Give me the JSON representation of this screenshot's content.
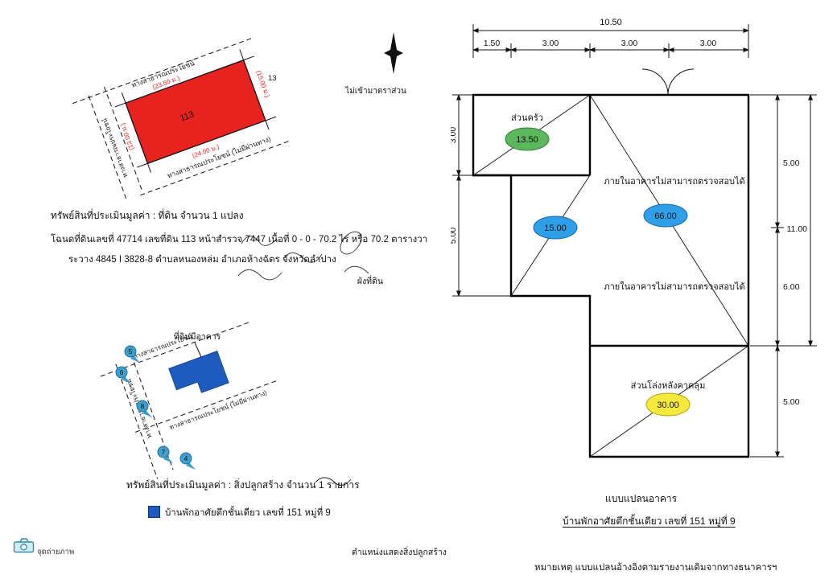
{
  "meta": {
    "scale_note": "ไม่เข้ามาตราส่วน",
    "compass_n": "N"
  },
  "land_plot": {
    "caption": "ผังที่ดิน",
    "parcel_no": "113",
    "neighbor_no": "13",
    "road_top": "ทางสาธารณประโยชน์",
    "road_left": "ทางสาธารณประโยชน์",
    "road_bottom": "ทางสาธารณประโยชน์ (ไม่มีผ่านทาง)",
    "dim_top": "(23.50 ม.)",
    "dim_right": "(15.00 ม.)",
    "dim_bottom": "(24.00 ม.)",
    "dim_left": "(13.00 ม.)",
    "summary": "ทรัพย์สินที่ประเมินมูลค่า : ที่ดิน จำนวน 1 แปลง",
    "deed_line1": "โฉนดที่ดินเลขที่ 47714  เลขที่ดิน 113  หน้าสำรวจ 7447  เนื้อที่ 0 - 0 - 70.2  ไร่ หรือ 70.2  ตารางวา",
    "deed_line2": "ระวาง  4845 I 3828-8  ตำบลหนองหล่ม  อำเภอห้างฉัตร  จังหวัดลำปาง"
  },
  "building_map": {
    "caption": "ตำแหน่งแสดงสิ่งปลูกสร้าง",
    "note_building": "ที่ดินมีอาคาร",
    "road_top": "ทางสาธารณประโยชน์",
    "road_left": "ทางสาธารณประโยชน์",
    "road_bottom": "ทางสาธารณประโยชน์ (ไม่มีผ่านทาง)",
    "photo_points": [
      "5",
      "6",
      "8",
      "7",
      "4"
    ],
    "camera_label": "จุดถ่ายภาพ",
    "summary": "ทรัพย์สินที่ประเมินมูลค่า : สิ่งปลูกสร้าง จำนวน 1 รายการ",
    "legend_label": "บ้านพักอาศัยตึกชั้นเดียว เลขที่ 151 หมู่ที่ 9"
  },
  "floor_plan": {
    "title": "แบบแปลนอาคาร",
    "subtitle": "บ้านพักอาศัยตึกชั้นเดียว เลขที่ 151 หมู่ที่ 9",
    "note": "หมายเหตุ  แบบแปลนอ้างอิงตามรายงานเดิมจากทางธนาคารฯ",
    "kitchen_label": "ส่วนครัว",
    "kitchen_area": "13.50",
    "interior_label_upper": "ภายในอาคารไม่สามารถตรวจสอบได้",
    "interior_label_lower": "ภายในอาคารไม่สามารถตรวจสอบได้",
    "area_left": "15.00",
    "area_right": "66.00",
    "porch_label": "ส่วนโล่งหลังคาคลุม",
    "porch_area": "30.00",
    "dim_total_width": "10.50",
    "dims_top": [
      "1.50",
      "3.00",
      "3.00",
      "3.00"
    ],
    "dims_left": [
      "3.00",
      "5.00"
    ],
    "dims_right": [
      "5.00",
      "6.00",
      "5.00"
    ],
    "dim_right_outer": "11.00"
  },
  "colors": {
    "parcel_red": "#e8221e",
    "building_blue": "#1e5bbf",
    "kitchen_green": "#5cb85c",
    "interior_blue": "#2f9fe8",
    "porch_yellow": "#f6e93d",
    "marker_teal": "#3f9fca"
  }
}
